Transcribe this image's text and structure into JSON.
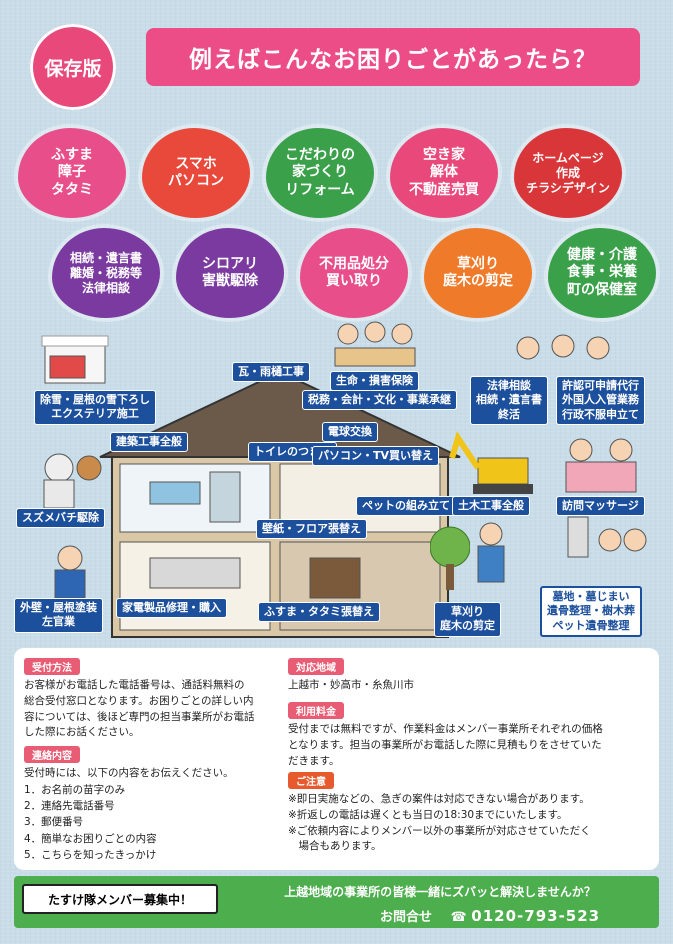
{
  "header": {
    "badge": "保存版",
    "headline": "例えばこんなお困りごとがあったら？"
  },
  "services_row1": [
    {
      "label": "ふすま\n障子\nタタミ",
      "color": "#e84e8a"
    },
    {
      "label": "スマホ\nパソコン",
      "color": "#e8493a"
    },
    {
      "label": "こだわりの\n家づくり\nリフォーム",
      "color": "#3aa04a"
    },
    {
      "label": "空き家\n解体\n不動産売買",
      "color": "#e8497a"
    },
    {
      "label": "ホームページ\n作成\nチラシデザイン",
      "color": "#d9363a"
    }
  ],
  "services_row2": [
    {
      "label": "相続・遺言書\n離婚・税務等\n法律相談",
      "color": "#7b3aa0"
    },
    {
      "label": "シロアリ\n害獣駆除",
      "color": "#7b3aa0"
    },
    {
      "label": "不用品処分\n買い取り",
      "color": "#e84e8a"
    },
    {
      "label": "草刈り\n庭木の剪定",
      "color": "#ef7a2a"
    },
    {
      "label": "健康・介護\n食事・栄養\n町の保健室",
      "color": "#3aa04a"
    }
  ],
  "labels": {
    "snow": "除雪・屋根の雪下ろし\nエクステリア施工",
    "roof": "瓦・雨樋工事",
    "insurance": "生命・損害保険",
    "tax": "税務・会計・文化・事業承継",
    "legal": "法律相談\n相続・遺言書\n終活",
    "permit": "許認可申請代行\n外国人入管業務\n行政不服申立て",
    "building": "建築工事全般",
    "toilet": "トイレのつまり",
    "bulb": "電球交換",
    "pc": "パソコン・TV買い替え",
    "pet_assembly": "ペットの組み立て",
    "civil": "土木工事全般",
    "massage": "訪問マッサージ",
    "hornet": "スズメバチ駆除",
    "wallpaper": "壁紙・フロア張替え",
    "exterior": "外壁・屋根塗装\n左官業",
    "appliance": "家電製品修理・購入",
    "fusuma": "ふすま・タタミ張替え",
    "garden": "草刈り\n庭木の剪定",
    "grave": "墓地・墓じまい\n遺骨整理・樹木葬\nペット遺骨整理"
  },
  "info": {
    "reception_tag": "受付方法",
    "reception_text": "お客様がお電話した電話番号は、通話料無料の\n総合受付窓口となります。お困りごとの詳しい内\n容については、後ほど専門の担当事業所がお電話\nした際にお話ください。",
    "contact_tag": "連絡内容",
    "contact_intro": "受付時には、以下の内容をお伝えください。",
    "contact_items": [
      "1．お名前の苗字のみ",
      "2．連絡先電話番号",
      "3．郵便番号",
      "4．簡単なお困りごとの内容",
      "5．こちらを知ったきっかけ"
    ],
    "area_tag": "対応地域",
    "area_text": "上越市・妙高市・糸魚川市",
    "fee_tag": "利用料金",
    "fee_text": "受付までは無料ですが、作業料金はメンバー事業所それぞれの価格\nとなります。担当の事業所がお電話した際に見積もりをさせていた\nだきます。",
    "notice_tag": "ご注意",
    "notice_items": [
      "※即日実施などの、急ぎの案件は対応できない場合があります。",
      "※折返しの電話は遅くとも当日の18:30までにいたします。",
      "※ご依頼内容によりメンバー以外の事業所が対応させていただく\n　場合もあります。"
    ]
  },
  "footer": {
    "recruit": "たすけ隊メンバー募集中！",
    "message": "上越地域の事業所の皆様一緒にズバッと解決しませんか？",
    "contact_label": "お問合せ",
    "phone_icon": "phone-icon",
    "phone": "0120-793-523"
  }
}
